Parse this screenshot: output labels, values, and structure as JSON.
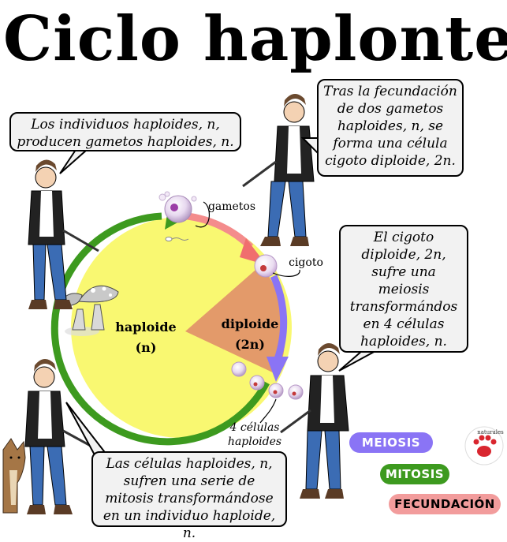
{
  "title": "Ciclo haplonte",
  "bubbles": {
    "top_left": "Los individuos haploides, n, producen gametos haploides, n.",
    "top_right": "Tras la fecundación de dos gametos haploides, n, se forma una célula cigoto diploide, 2n.",
    "right": "El cigoto diploide, 2n, sufre una meiosis transformándos en 4 células haploides, n.",
    "bottom": "Las células haploides, n, sufren una serie de mitosis transformándose en un individuo haploide, n."
  },
  "diagram": {
    "haploid_label": "haploide",
    "haploid_sub": "(n)",
    "diploid_label": "diploide",
    "diploid_sub": "(2n)",
    "gametes_label": "gametos",
    "zygote_label": "cigoto",
    "cells_label_1": "4 células",
    "cells_label_2": "haploides"
  },
  "legend": {
    "meiosis": "MEIOSIS",
    "mitosis": "MITOSIS",
    "fertilization": "FECUNDACIÓN"
  },
  "logo": "naturales",
  "colors": {
    "haploid_fill": "#f9f871",
    "diploid_fill": "#e39a6a",
    "mitosis": "#3d9a1f",
    "meiosis": "#8a74f5",
    "fertilization": "#f29c9c"
  }
}
